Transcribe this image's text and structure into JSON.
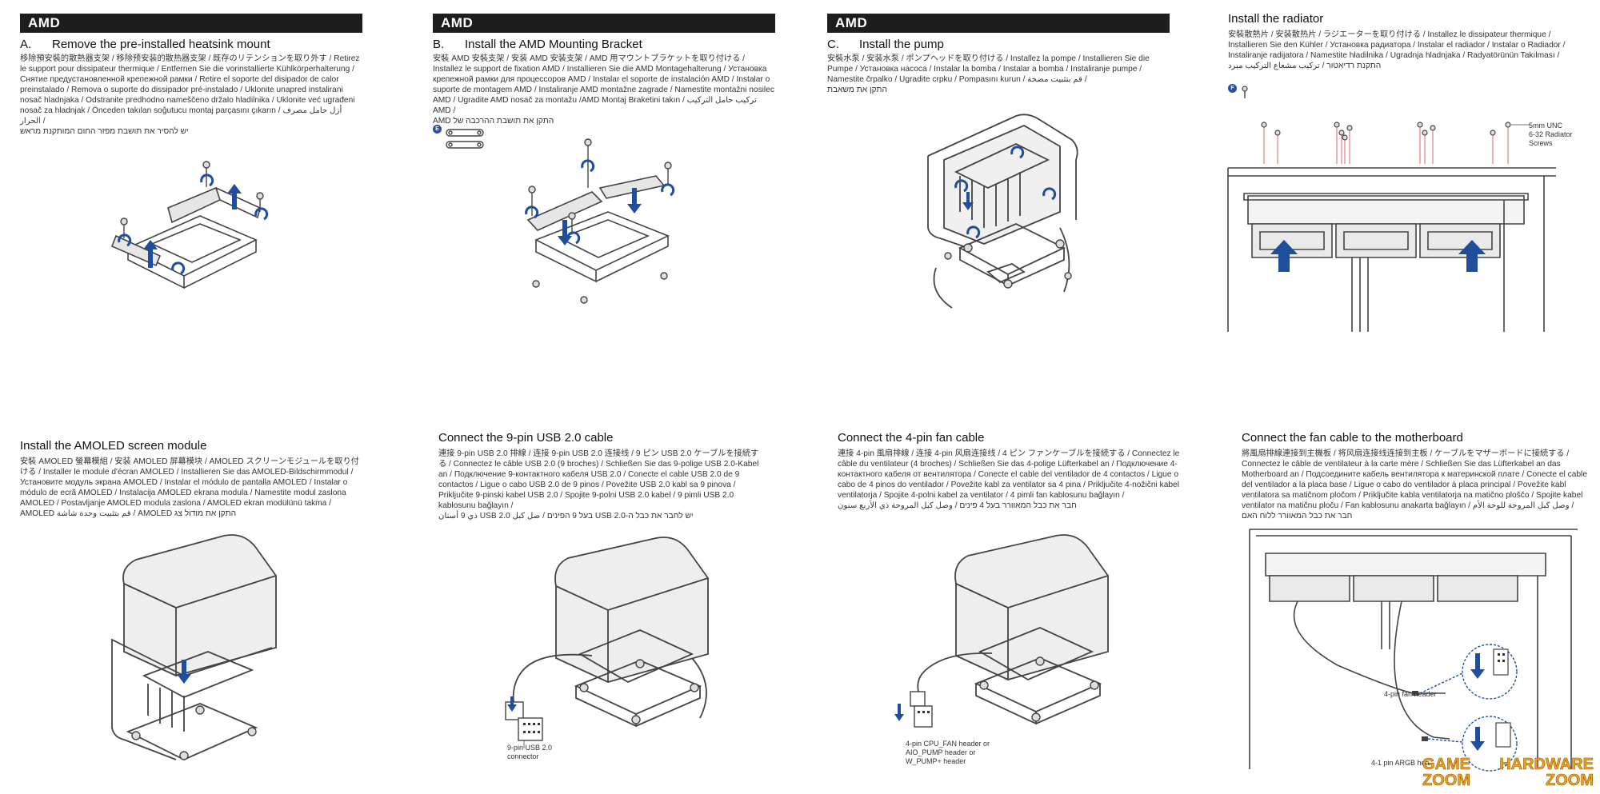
{
  "brand": "AMD",
  "steps": {
    "a": {
      "letter": "A.",
      "title": "Remove the pre-installed heatsink mount",
      "body": "移除預安裝的散熱器支架 / 移除预安装的散热器支架 / 既存のリテンションを取り外す / Retirez le support pour dissipateur thermique / Entfernen Sie die vorinstallierte Kühlkörperhalterung / Снятие предустановленной крепежной рамки / Retire el soporte del disipador de calor preinstalado / Remova o suporte do dissipador pré-instalado / Uklonite unapred instalirani nosač hladnjaka / Odstranite predhodno nameščeno držalo hladilnika / Uklonite već ugrađeni nosač za hladnjak / Önceden takılan soğutucu montaj parçasını çıkarın / أزل حامل مصرف الحرار /",
      "body_rtl": "יש להסיר את תושבת מפזר החום המותקנת מראש"
    },
    "b": {
      "letter": "B.",
      "title": "Install the AMD Mounting Bracket",
      "body": "安裝 AMD 安裝支架 / 安装 AMD 安装支架 / AMD 用マウントブラケットを取り付ける / Installez le support de fixation AMD / Installieren Sie die AMD Montagehalterung / Установка крепежной рамки для процессоров AMD / Instalar el soporte de instalación AMD / Instalar o suporte de montagem AMD / Instaliranje AMD montažne zagrade / Namestite montažni nosilec AMD / Ugradite AMD nosač za montažu /AMD Montaj Braketini takın / تركيب حامل التركيب AMD /",
      "body_rtl": "התקן את תושבת ההרכבה של AMD",
      "marker": "E"
    },
    "c": {
      "letter": "C.",
      "title": "Install the pump",
      "body": "安裝水泵 / 安装水泵 / ポンプヘッドを取り付ける / Installez la pompe / Installieren Sie die Pumpe / Установка насоса / Instalar la bomba / Instalar a bomba / Instaliranje pumpe / Namestite črpalko / Ugradite crpku / Pompasını kurun / قم بتثبيت مضخة /",
      "body_rtl": "התקן את משאבת"
    },
    "d": {
      "title": "Install the radiator",
      "body": "安裝散熱片 / 安装散热片 / ラジエーターを取り付ける / Installez le dissipateur thermique / Installieren Sie den Kühler / Установка радиатора / Instalar el radiador / Instalar o Radiador / Instaliranje radijatora / Namestite hladilnika / Ugradnja hladnjaka / Radyatörünün Takılması /",
      "body_rtl": "התקנת רדיאטור / تركيب مشعاع التركيب مبرد",
      "marker": "F",
      "screw_label": [
        "5mm UNC",
        "6-32 Radiator",
        "Screws"
      ]
    },
    "e": {
      "title": "Install the AMOLED screen module",
      "body": "安裝 AMOLED 螢幕模組 / 安装 AMOLED 屏幕模块 / AMOLED スクリーンモジュールを取り付ける / Installer le module d'écran AMOLED / Installieren Sie das AMOLED-Bildschirmmodul / Установите модуль экрана AMOLED / Instalar el módulo de pantalla AMOLED / Instalar o módulo de ecrã AMOLED / Instalacija AMOLED ekrana modula / Namestite modul zaslona AMOLED / Postavljanje AMOLED modula zaslona / AMOLED ekran modülünü takma /",
      "body_rtl": "התקן את מודול צג AMOLED / قم بتثبيت وحدة شاشة AMOLED"
    },
    "f": {
      "title": "Connect the 9-pin USB 2.0 cable",
      "body": "連接 9-pin USB 2.0 排線 / 连接 9-pin USB 2.0 连接线 / 9 ピン USB 2.0 ケーブルを接続する / Connectez le câble USB 2.0 (9 broches) / Schließen Sie das 9-polige USB 2.0-Kabel an / Подключение 9-контактного кабеля USB 2.0 / Conecte el cable USB 2.0 de 9 contactos / Ligue o cabo USB 2.0 de 9 pinos / Povežite USB 2.0 kabl sa 9 pinova / Priključite 9-pinski kabel USB 2.0 / Spojite 9-polni USB 2.0 kabel / 9 pimli USB 2.0 kablosunu bağlayın /",
      "body_rtl": "יש לחבר את כבל ה-USB 2.0 בעל 9 הפינים / صل كبل USB 2.0 ذي 9 أسنان",
      "connector_label": [
        "9-pin USB 2.0",
        "connector"
      ]
    },
    "g": {
      "title": "Connect the 4-pin fan cable",
      "body": "連接 4-pin 風扇排線 / 连接 4-pin 风扇连接线 / 4 ピン ファンケーブルを接続する / Connectez le câble du ventilateur (4 broches) / Schließen Sie das 4-polige Lüfterkabel an / Подключение 4-контактного кабеля от вентилятора / Conecte el cable del ventilador de 4 contactos / Ligue o cabo de 4 pinos do ventilador / Povežite kabl za ventilator sa 4 pina / Priključite 4-nožični kabel ventilatorja / Spojite 4-polni kabel za ventilator / 4 pimli fan kablosunu bağlayın /",
      "body_rtl": "חבר את כבל המאוורר בעל 4 פינים / وصل كبل المروحة ذي الأربع سنون",
      "header_label": [
        "4-pin CPU_FAN header or",
        "AIO_PUMP header or",
        "W_PUMP+ header"
      ]
    },
    "h": {
      "title": "Connect the fan cable to the motherboard",
      "body": "將風扇排線連接到主機板 / 将风扇连接线连接到主板 / ケーブルをマザーボードに接続する / Connectez le câble de ventilateur à la carte mère / Schließen Sie das Lüfterkabel an das Motherboard an / Подсоедините кабель вентилятора к материнской плате / Conecte el cable del ventilador a la placa base / Ligue o cabo do ventilador à placa principal / Povežite kabl ventilatora sa matičnom pločom / Priključite kabla ventilatorja na matično ploščo / Spojite kabel ventilator na matičnu ploču / Fan kablosunu anakarta bağlayın / وصل كبل المروحة للوحة الأم /",
      "body_rtl": "חבר את כבל המאוורר ללוח האם",
      "fan_header_label": "4-pin fan header",
      "argb_label": "4-1 pin ARGB hea"
    }
  },
  "watermark": {
    "left": [
      "GAME",
      "ZOOM"
    ],
    "right": [
      "HARDWARE",
      "ZOOM"
    ]
  },
  "colors": {
    "accent_blue": "#1f4e9c",
    "header_black": "#1d1d1d",
    "watermark_orange": "#f2a01e",
    "screw_line_red": "#d45a5a"
  }
}
